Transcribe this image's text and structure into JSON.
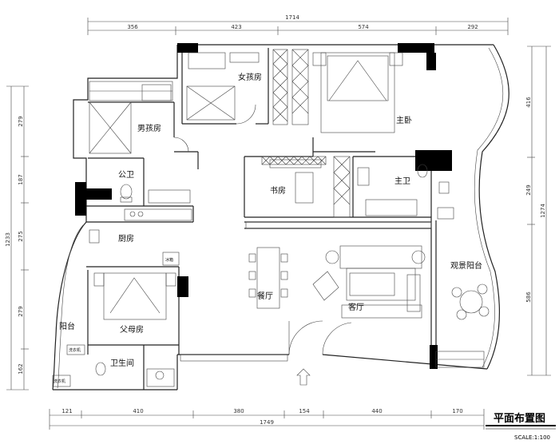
{
  "title": "平面布置图",
  "scale": "SCALE:1:100",
  "rooms": {
    "girl": "女孩房",
    "master": "主卧",
    "boy": "男孩房",
    "public_bath": "公卫",
    "study": "书房",
    "master_bath": "主卫",
    "kitchen": "厨房",
    "fridge": "冰箱",
    "view_balcony": "观景阳台",
    "dining": "餐厅",
    "living": "客厅",
    "balcony": "阳台",
    "parents": "父母房",
    "washer": "洗衣机",
    "bathroom": "卫生间",
    "laundry": "洗衣机"
  },
  "dims_top": {
    "total": "1714",
    "d1": "356",
    "d2": "423",
    "d3": "574",
    "d4": "292"
  },
  "dims_bottom": {
    "total": "1749",
    "d1": "121",
    "d2": "410",
    "d3": "380",
    "d4": "154",
    "d5": "440",
    "d6": "170"
  },
  "dims_left": {
    "total": "1233",
    "d1": "279",
    "d2": "187",
    "d3": "275",
    "d4": "279",
    "d5": "162"
  },
  "dims_right": {
    "total": "1274",
    "d1": "416",
    "d2": "249",
    "d3": "586"
  }
}
